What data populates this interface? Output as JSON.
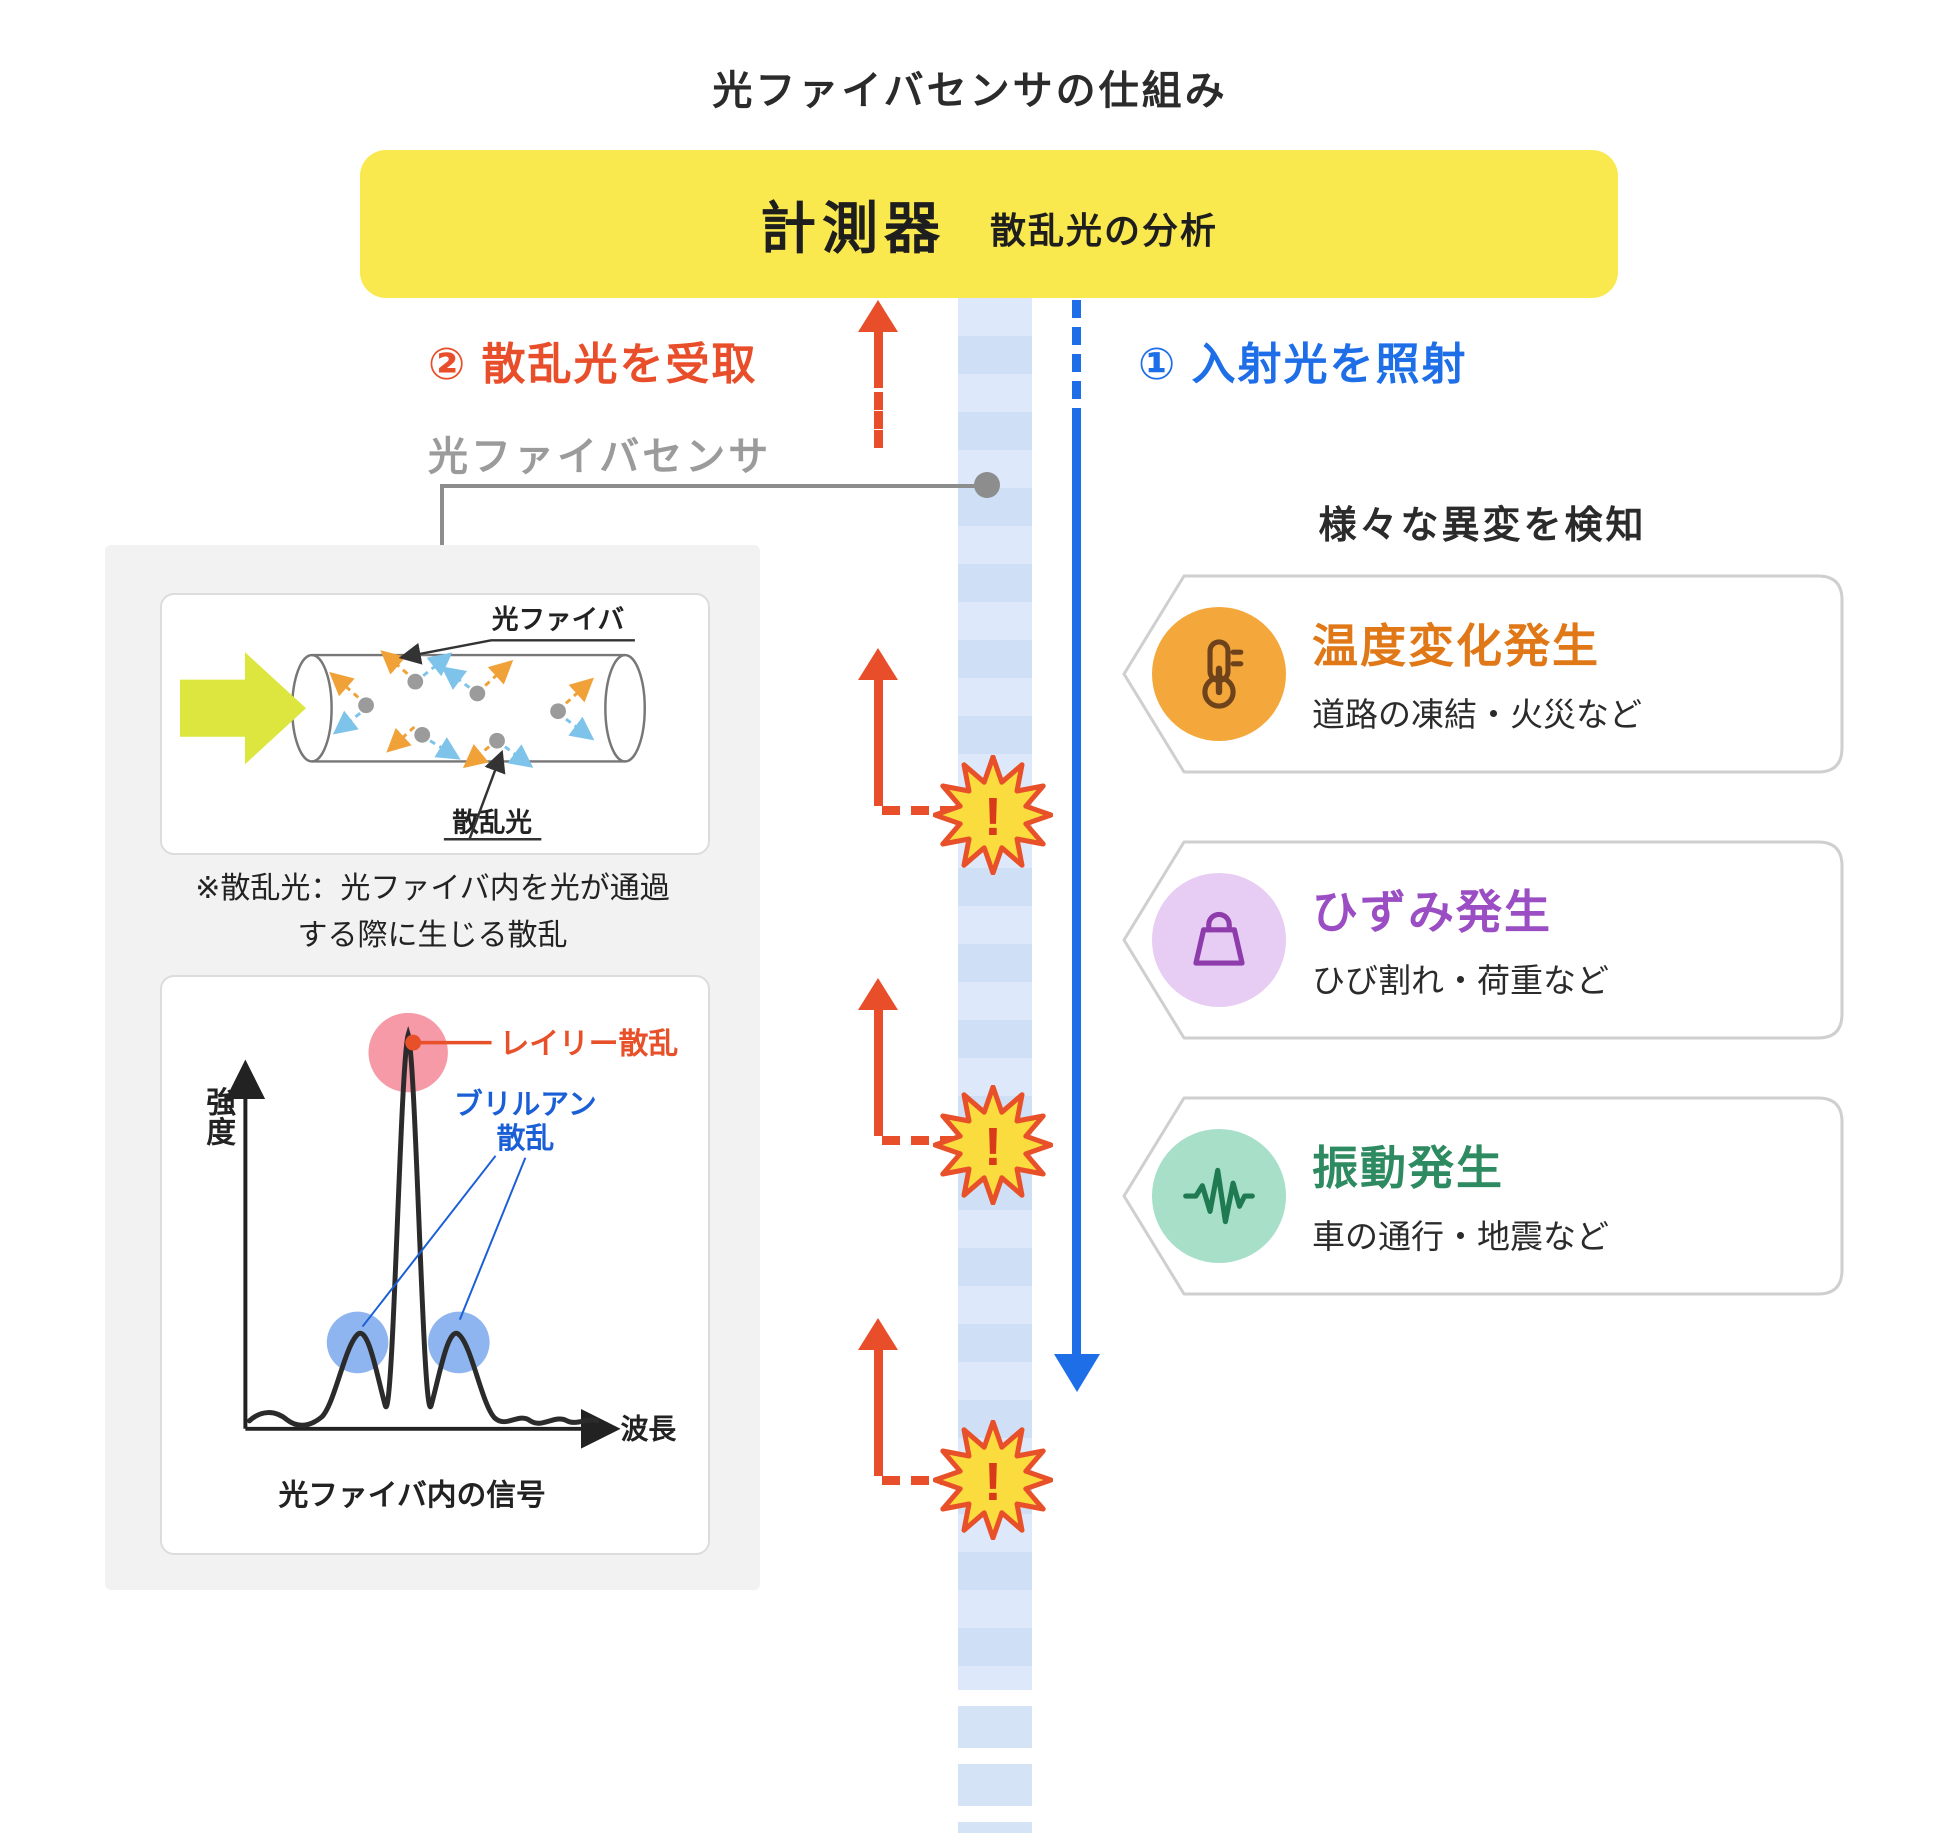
{
  "title": "光ファイバセンサの仕組み",
  "measurer": {
    "name": "計測器",
    "subtitle": "散乱光の分析"
  },
  "steps": {
    "step2": "② 散乱光を受取",
    "step1": "① 入射光を照射"
  },
  "sensor_label": "光ファイバセンサ",
  "side_panel": {
    "fiber_diagram": {
      "fiber_label": "光ファイバ",
      "scatter_label": "散乱光"
    },
    "note_line1": "※散乱光：光ファイバ内を光が通過",
    "note_line2": "する際に生じる散乱",
    "chart": {
      "ylabel": "強度",
      "xlabel": "波長",
      "rayleigh_label": "レイリー散乱",
      "brillouin_label_line1": "ブリルアン",
      "brillouin_label_line2": "散乱",
      "caption": "光ファイバ内の信号"
    }
  },
  "detection": {
    "heading": "様々な異変を検知",
    "cards": [
      {
        "icon": "thermometer-icon",
        "title": "温度変化発生",
        "subtitle": "道路の凍結・火災など",
        "title_color": "#E07818",
        "circle_color": "#F4A83B"
      },
      {
        "icon": "weight-icon",
        "title": "ひずみ発生",
        "subtitle": "ひび割れ・荷重など",
        "title_color": "#9B4EC4",
        "circle_color": "#E7CDF3"
      },
      {
        "icon": "vibration-icon",
        "title": "振動発生",
        "subtitle": "車の通行・地震など",
        "title_color": "#2E8B61",
        "circle_color": "#A7DFC8"
      }
    ]
  },
  "alert_mark": "!",
  "colors": {
    "accent_red": "#E94E2B",
    "accent_blue": "#1E6EE8",
    "measurer_yellow": "#F9E84E",
    "fiber_band": "#D7E4F8",
    "burst_fill": "#FBDC3E",
    "burst_stroke": "#E8502A",
    "burst_mark": "#D93A1A"
  }
}
